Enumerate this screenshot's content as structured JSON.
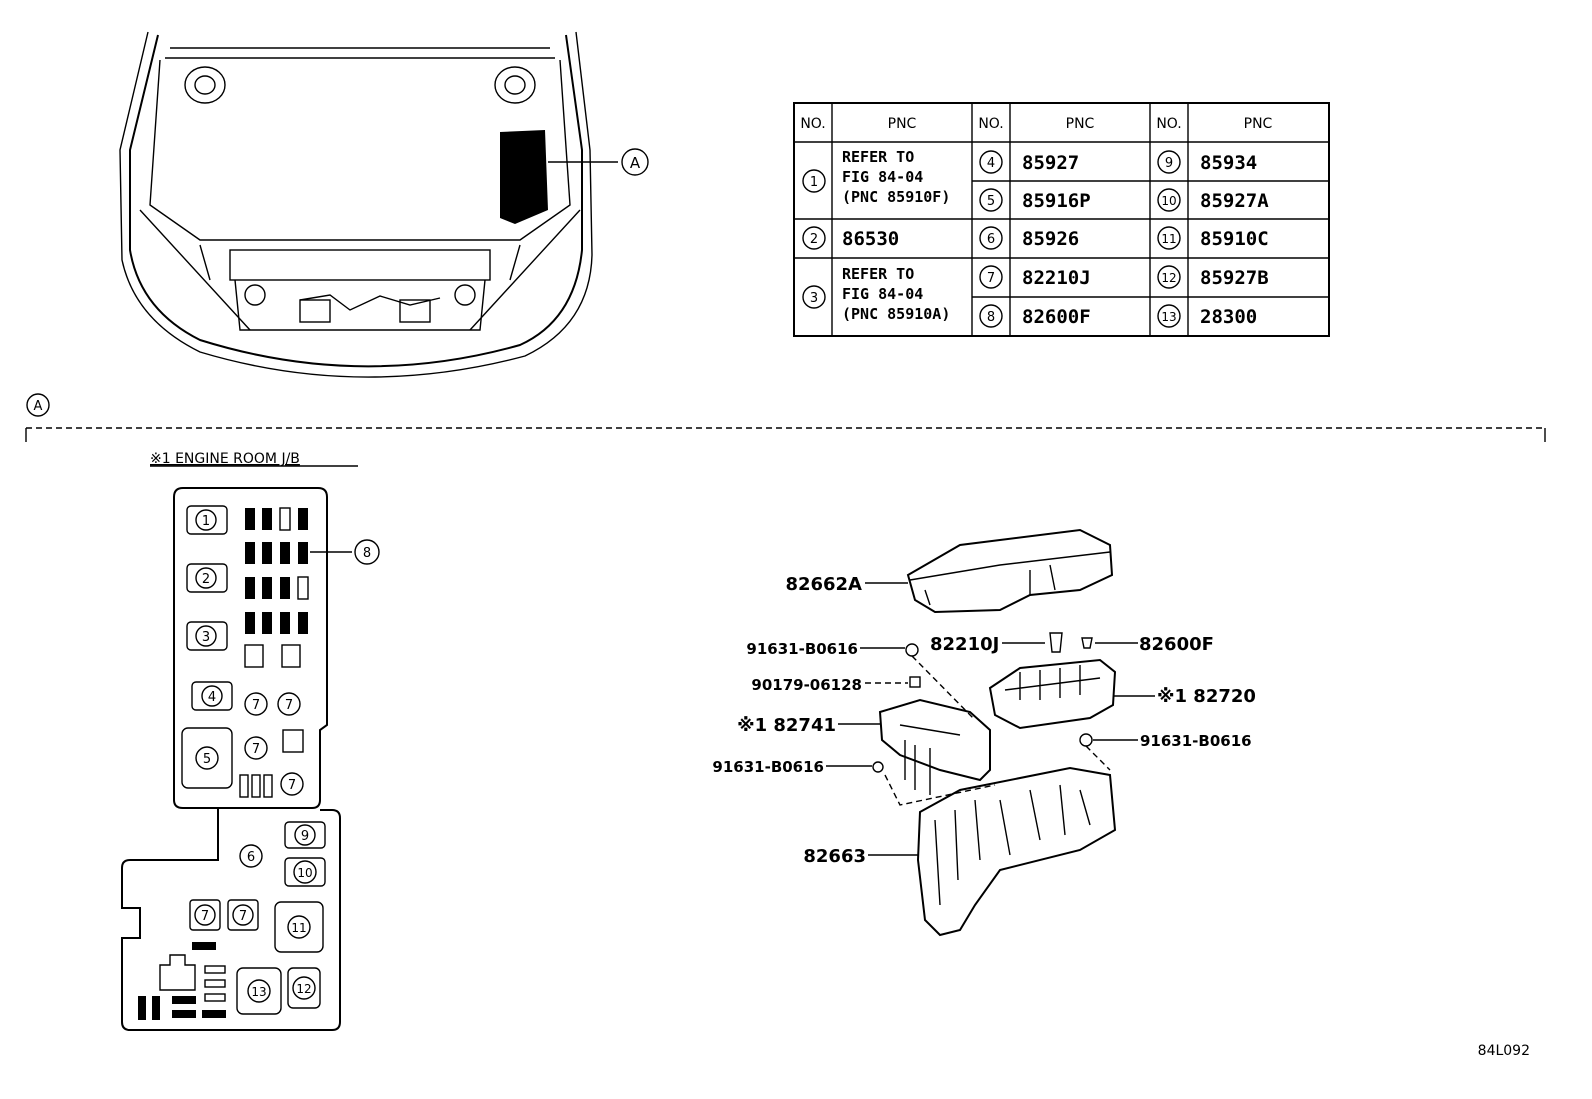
{
  "callout_a": "A",
  "section_a": "A",
  "table": {
    "header": [
      "NO.",
      "PNC",
      "NO.",
      "PNC",
      "NO.",
      "PNC"
    ],
    "col1": [
      {
        "no": "1",
        "pnc": [
          "REFER TO",
          "FIG 84-04",
          "(PNC 85910F)"
        ]
      },
      {
        "no": "2",
        "pnc": [
          "86530"
        ]
      },
      {
        "no": "3",
        "pnc": [
          "REFER TO",
          "FIG 84-04",
          "(PNC 85910A)"
        ]
      }
    ],
    "col2": [
      {
        "no": "4",
        "pnc": "85927"
      },
      {
        "no": "5",
        "pnc": "85916P"
      },
      {
        "no": "6",
        "pnc": "85926"
      },
      {
        "no": "7",
        "pnc": "82210J"
      },
      {
        "no": "8",
        "pnc": "82600F"
      }
    ],
    "col3": [
      {
        "no": "9",
        "pnc": "85934"
      },
      {
        "no": "10",
        "pnc": "85927A"
      },
      {
        "no": "11",
        "pnc": "85910C"
      },
      {
        "no": "12",
        "pnc": "85927B"
      },
      {
        "no": "13",
        "pnc": "28300"
      }
    ]
  },
  "jb_title": "※1 ENGINE ROOM J/B",
  "jb_labels": {
    "n1": "1",
    "n2": "2",
    "n3": "3",
    "n4": "4",
    "n5": "5",
    "n6": "6",
    "n7": "7",
    "n8": "8",
    "n9": "9",
    "n10": "10",
    "n11": "11",
    "n12": "12",
    "n13": "13"
  },
  "parts": {
    "cover": "82662A",
    "bolt_top": "91631-B0616",
    "relay": "82210J",
    "fuse": "82600F",
    "nut": "90179-06128",
    "block": "※1 82720",
    "bracket": "※1 82741",
    "bolt_right": "91631-B0616",
    "bolt_left": "91631-B0616",
    "tray": "82663"
  },
  "figure_code": "84L092"
}
